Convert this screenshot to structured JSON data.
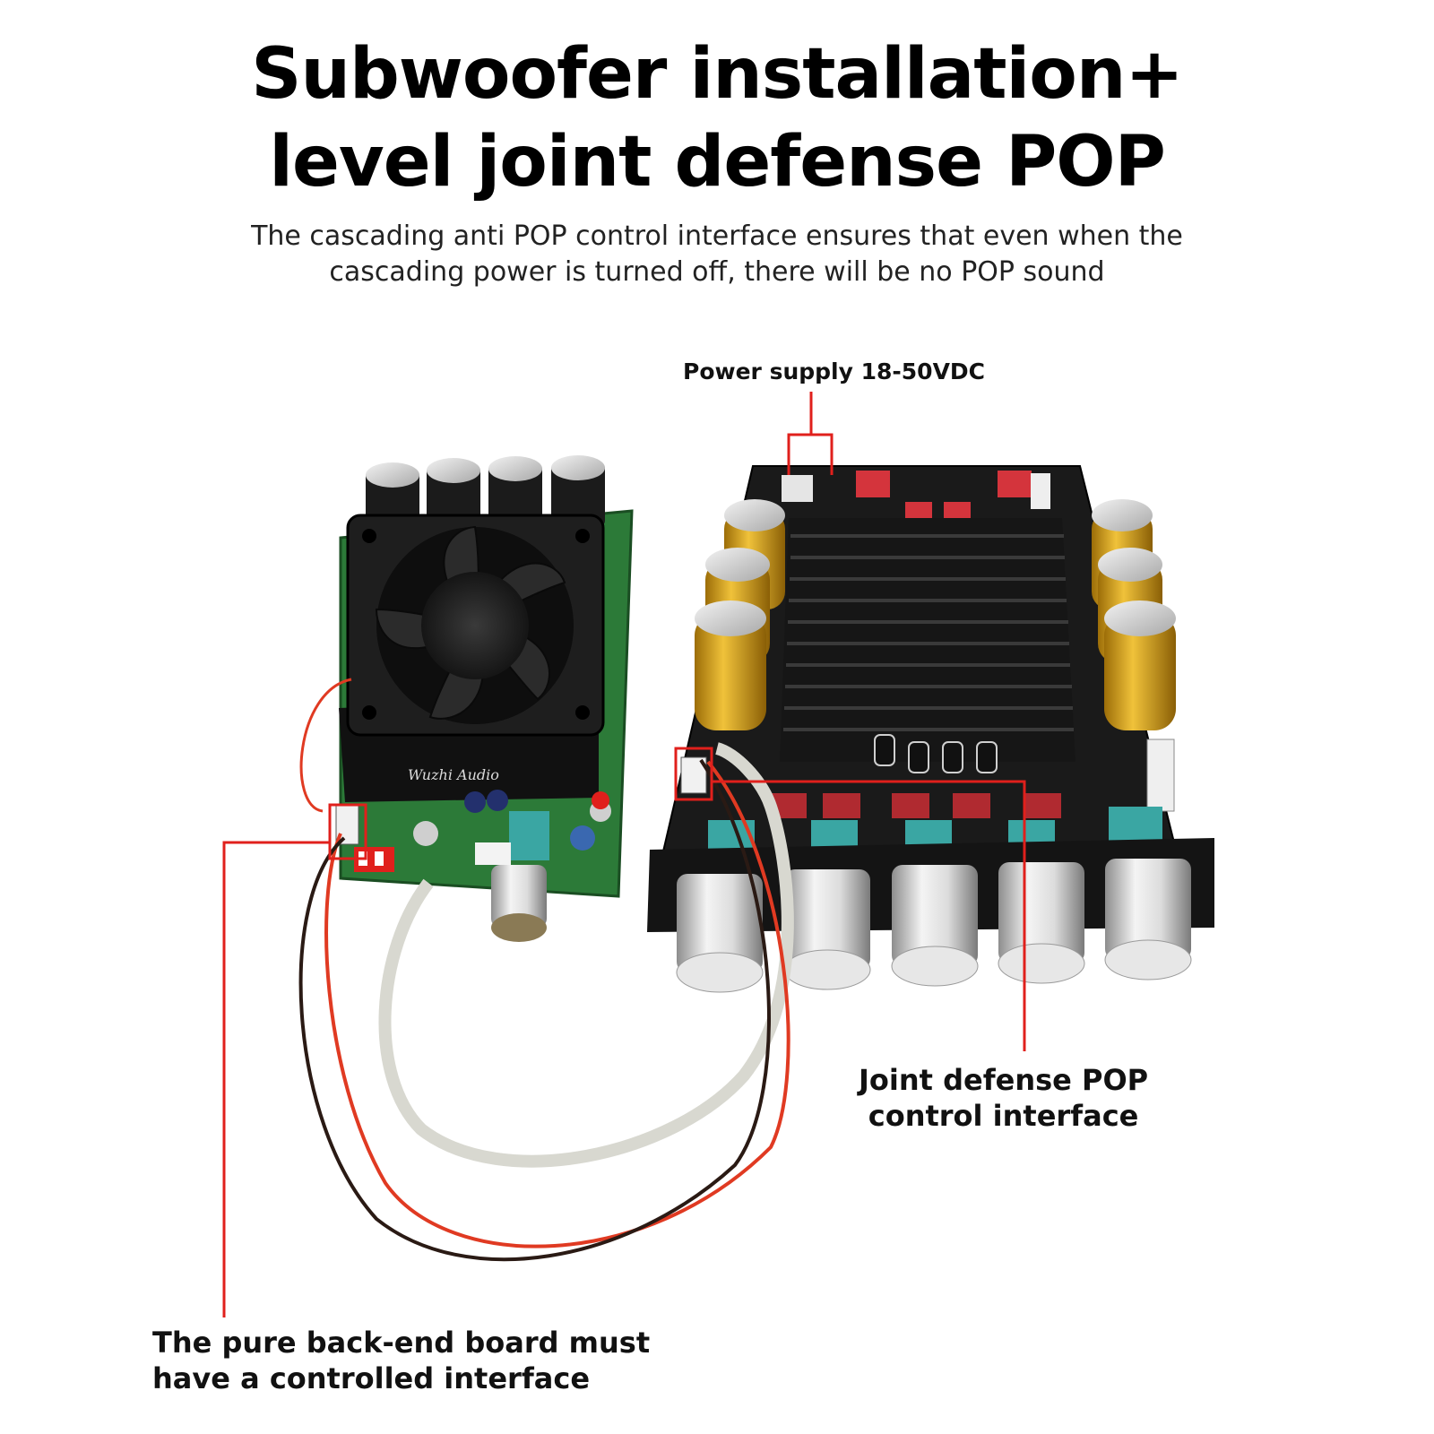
{
  "header": {
    "title_line1": "Subwoofer installation+",
    "title_line2": "level joint defense POP",
    "subtitle_line1": "The cascading anti POP control interface ensures that even when the",
    "subtitle_line2": "cascading power is turned off, there will be no POP sound"
  },
  "callouts": {
    "power_supply": "Power supply 18-50VDC",
    "joint_defense_line1": "Joint defense POP",
    "joint_defense_line2": "control interface",
    "backend_line1": "The pure back-end board must",
    "backend_line2": "have a controlled interface"
  },
  "colors": {
    "callout_line": "#e0201c",
    "heatsink": "#1c1c1c",
    "capacitor": "#d9a21a",
    "pcb_green": "#2f7d3a",
    "knob": "#c8c8c8"
  }
}
